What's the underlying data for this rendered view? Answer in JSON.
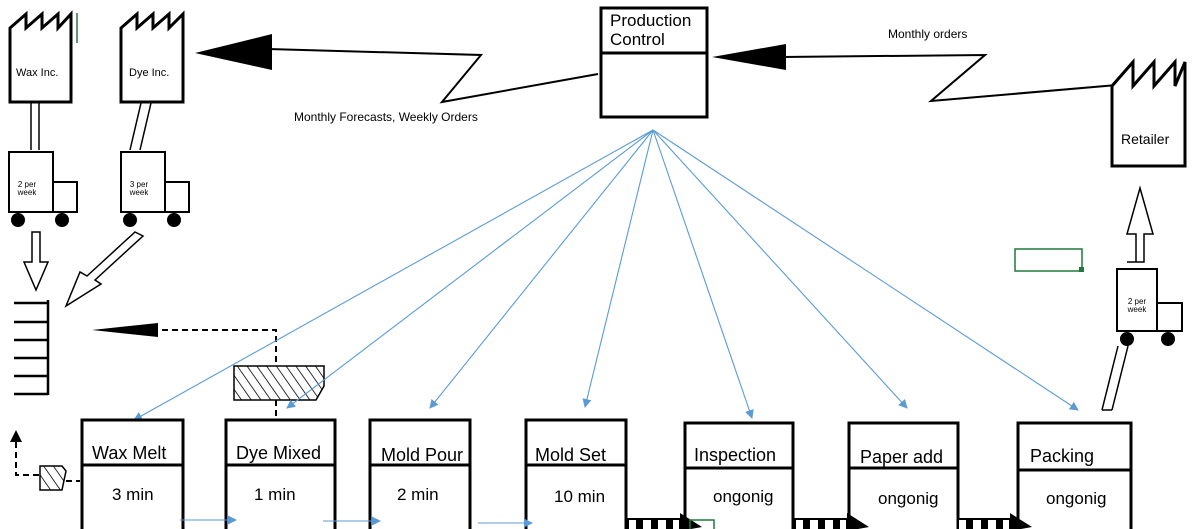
{
  "suppliers": [
    {
      "name": "Wax Inc.",
      "truck_label": "2 per week"
    },
    {
      "name": "Dye Inc.",
      "truck_label": "3 per week"
    }
  ],
  "production_control": {
    "title_line1": "Production",
    "title_line2": "Control"
  },
  "customer": {
    "name": "Retailer",
    "truck_label": "2 per week"
  },
  "flows": {
    "forecast_label": "Monthly Forecasts, Weekly Orders",
    "orders_label": "Monthly orders"
  },
  "processes": [
    {
      "name": "Wax Melt",
      "time": "3 min"
    },
    {
      "name": "Dye Mixed",
      "time": "1 min"
    },
    {
      "name": "Mold Pour",
      "time": "2 min"
    },
    {
      "name": "Mold Set",
      "time": "10 min"
    },
    {
      "name": "Inspection",
      "time": "ongonig"
    },
    {
      "name": "Paper add",
      "time": "ongonig"
    },
    {
      "name": "Packing",
      "time": "ongonig"
    }
  ],
  "colors": {
    "line": "#000000",
    "info_flow": "#5b9bd5",
    "cell_border": "#1e7a3c"
  }
}
